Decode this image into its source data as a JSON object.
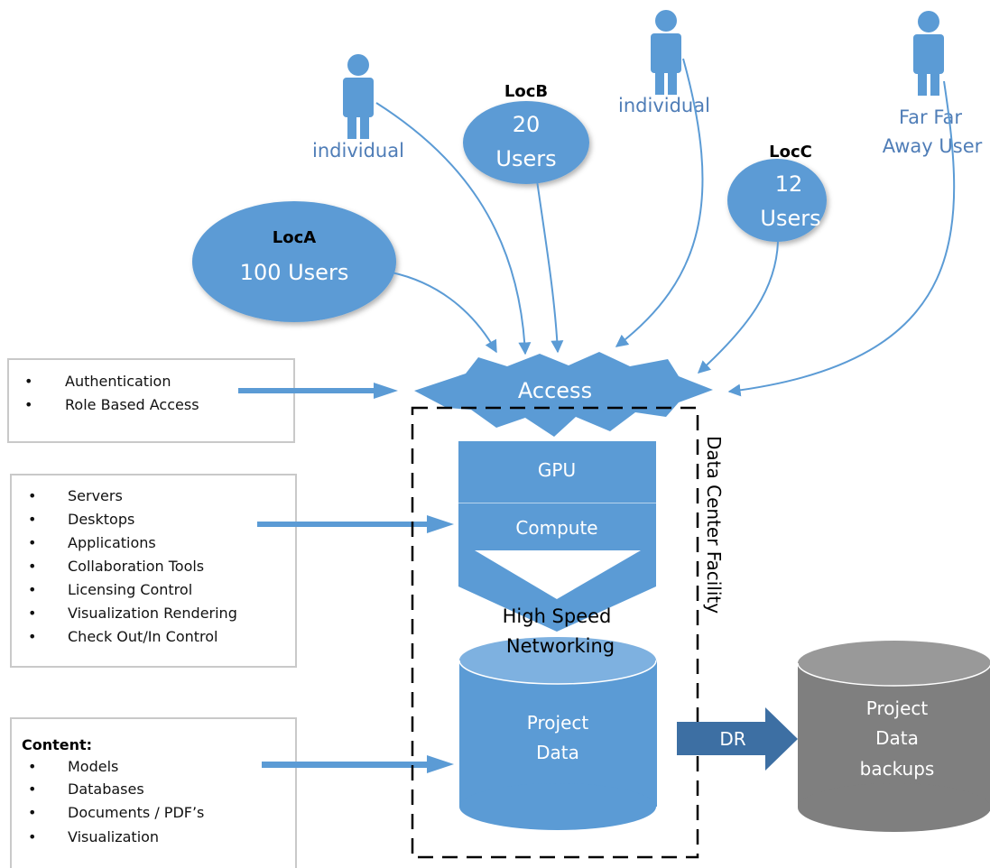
{
  "users": {
    "individual_1": "individual",
    "individual_2": "individual",
    "far_user_line1": "Far Far",
    "far_user_line2": "Away User"
  },
  "locations": {
    "loc_a": {
      "name": "LocA",
      "count": "100 Users"
    },
    "loc_b": {
      "name": "LocB",
      "count_line1": "20",
      "count_line2": "Users"
    },
    "loc_c": {
      "name": "LocC",
      "count_line1": "12",
      "count_line2": "Users"
    }
  },
  "access": {
    "label": "Access"
  },
  "panels": {
    "access_features": [
      "Authentication",
      "Role Based Access"
    ],
    "compute_features": [
      "Servers",
      "Desktops",
      "Applications",
      "Collaboration Tools",
      "Licensing Control",
      "Visualization Rendering",
      "Check Out/In Control"
    ],
    "content_heading": "Content:",
    "content_features": [
      "Models",
      "Databases",
      "Documents / PDF’s",
      "Visualization"
    ]
  },
  "datacenter": {
    "facility_label": "Data Center Facility",
    "gpu": "GPU",
    "compute": "Compute",
    "network_line1": "High Speed",
    "network_line2": "Networking",
    "project_data_line1": "Project",
    "project_data_line2": "Data"
  },
  "dr": {
    "label": "DR"
  },
  "backups": {
    "line1": "Project",
    "line2": "Data",
    "line3": "backups"
  },
  "colors": {
    "primary": "#5b9bd5",
    "label_blue": "#4f7db7",
    "dark_blue": "#3d6fa3",
    "gray": "#7f7f7f"
  }
}
